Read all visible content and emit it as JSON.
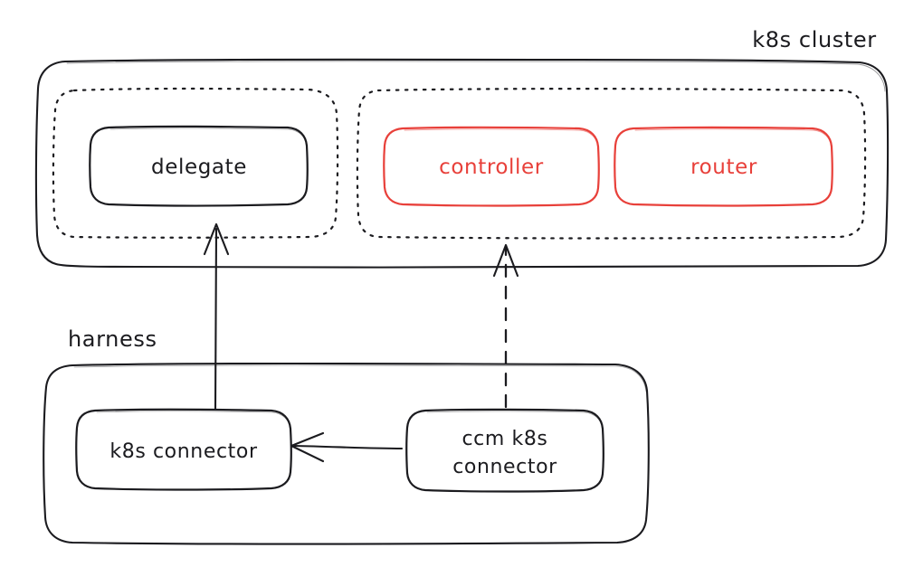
{
  "diagram": {
    "title_label": "k8s cluster",
    "harness_label": "harness",
    "colors": {
      "stroke": "#1b1b1f",
      "accent_red": "#e8403a",
      "background": "#ffffff"
    },
    "clusters": [
      {
        "id": "k8s-cluster",
        "label": "k8s cluster",
        "style": "solid",
        "groups": [
          {
            "id": "delegate-group",
            "style": "dotted",
            "nodes": [
              {
                "id": "delegate",
                "label": "delegate",
                "color": "#1b1b1f"
              }
            ]
          },
          {
            "id": "control-group",
            "style": "dotted",
            "nodes": [
              {
                "id": "controller",
                "label": "controller",
                "color": "#e8403a"
              },
              {
                "id": "router",
                "label": "router",
                "color": "#e8403a"
              }
            ]
          }
        ]
      },
      {
        "id": "harness",
        "label": "harness",
        "style": "solid",
        "groups": [
          {
            "id": "harness-group",
            "style": "none",
            "nodes": [
              {
                "id": "k8s-connector",
                "label": "k8s connector",
                "color": "#1b1b1f"
              },
              {
                "id": "ccm-k8s-connector",
                "label_line1": "ccm k8s",
                "label_line2": "connector",
                "color": "#1b1b1f"
              }
            ]
          }
        ]
      }
    ],
    "edges": [
      {
        "id": "edge-k8sconnector-to-delegate",
        "from": "k8s-connector",
        "to": "delegate",
        "style": "solid",
        "arrowhead": "open",
        "direction": "up"
      },
      {
        "id": "edge-ccm-to-control-group",
        "from": "ccm-k8s-connector",
        "to": "control-group",
        "style": "dashed",
        "arrowhead": "open",
        "direction": "up"
      },
      {
        "id": "edge-ccm-to-k8sconnector",
        "from": "ccm-k8s-connector",
        "to": "k8s-connector",
        "style": "solid",
        "arrowhead": "open",
        "direction": "left"
      }
    ]
  }
}
